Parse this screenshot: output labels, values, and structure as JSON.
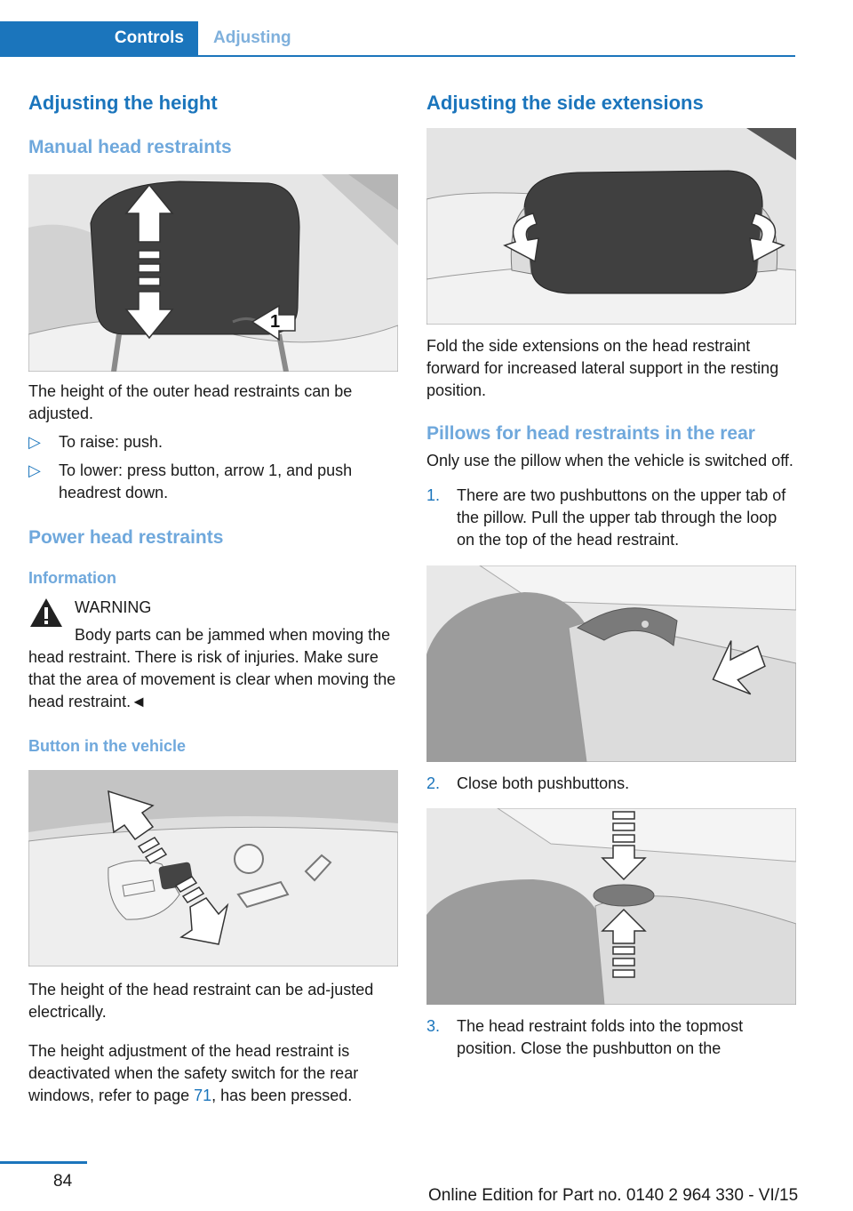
{
  "header": {
    "tab_active": "Controls",
    "tab_inactive": "Adjusting"
  },
  "left": {
    "h_height": "Adjusting the height",
    "h_manual": "Manual head restraints",
    "manual_callout": "1",
    "p_outer": "The height of the outer head restraints can be adjusted.",
    "list_marker": "▷",
    "list": [
      "To raise: push.",
      "To lower: press button, arrow 1, and push headrest down."
    ],
    "h_power": "Power head restraints",
    "h_info": "Information",
    "warning_title": "WARNING",
    "warning_text": "Body parts can be jammed when moving the head restraint. There is risk of injuries. Make sure that the area of movement is clear when moving the head restraint.◄",
    "h_button": "Button in the vehicle",
    "p_electric": "The height of the head restraint can be ad‐justed electrically.",
    "p_deact_1": "The height adjustment of the head restraint is deactivated when the safety switch for the rear windows, refer to page ",
    "p_deact_link": "71",
    "p_deact_2": ", has been pressed."
  },
  "right": {
    "h_side": "Adjusting the side extensions",
    "p_fold": "Fold the side extensions on the head restraint forward for increased lateral support in the resting position.",
    "h_pillows": "Pillows for head restraints in the rear",
    "p_pillow": "Only use the pillow when the vehicle is switched off.",
    "steps": [
      {
        "num": "1.",
        "text": "There are two pushbuttons on the upper tab of the pillow. Pull the upper tab through the loop on the top of the head restraint."
      },
      {
        "num": "2.",
        "text": "Close both pushbuttons."
      },
      {
        "num": "3.",
        "text": "The head restraint folds into the topmost position. Close the pushbutton on the"
      }
    ]
  },
  "footer": {
    "page": "84",
    "edition": "Online Edition for Part no. 0140 2 964 330 - VI/15",
    "watermark": "Online Edition for Part no. 0140 2 964 330 - VI/15"
  }
}
